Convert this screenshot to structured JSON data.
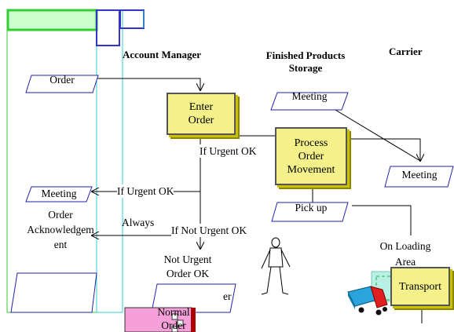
{
  "lanes": {
    "account_manager": "Account Manager",
    "storage": "Finished Products\nStorage",
    "carrier": "Carrier"
  },
  "nodes": {
    "order": "Order",
    "enter_order": "Enter\nOrder",
    "meeting_top": "Meeting",
    "process_order": "Process\nOrder\nMovement",
    "meeting_carrier": "Meeting",
    "meeting_left": "Meeting",
    "order_ack": "Order\nAcknowledgem\nent",
    "pick_up": "Pick up",
    "normal_order": "Normal\nOrder",
    "transport": "Transport",
    "partial_er": "er"
  },
  "labels": {
    "if_urgent_ok_1": "If Urgent OK",
    "if_urgent_ok_2": "If Urgent OK",
    "always": "Always",
    "if_not_urgent_ok": "If Not Urgent OK",
    "not_urgent_order_ok": "Not Urgent\nOrder OK",
    "on_loading_area": "On Loading\nArea"
  },
  "icons": {
    "person": "person-icon",
    "truck": "truck-icon"
  },
  "colors": {
    "process_fill": "#f4f08a",
    "lane_green": "#33cc33",
    "lane_cyan": "#33cccc",
    "lane_blue": "#3333cc",
    "data_stroke": "#2222aa",
    "normal_order_fill": "#f5a0d8",
    "loading_area_fill": "#b9f0e4"
  }
}
